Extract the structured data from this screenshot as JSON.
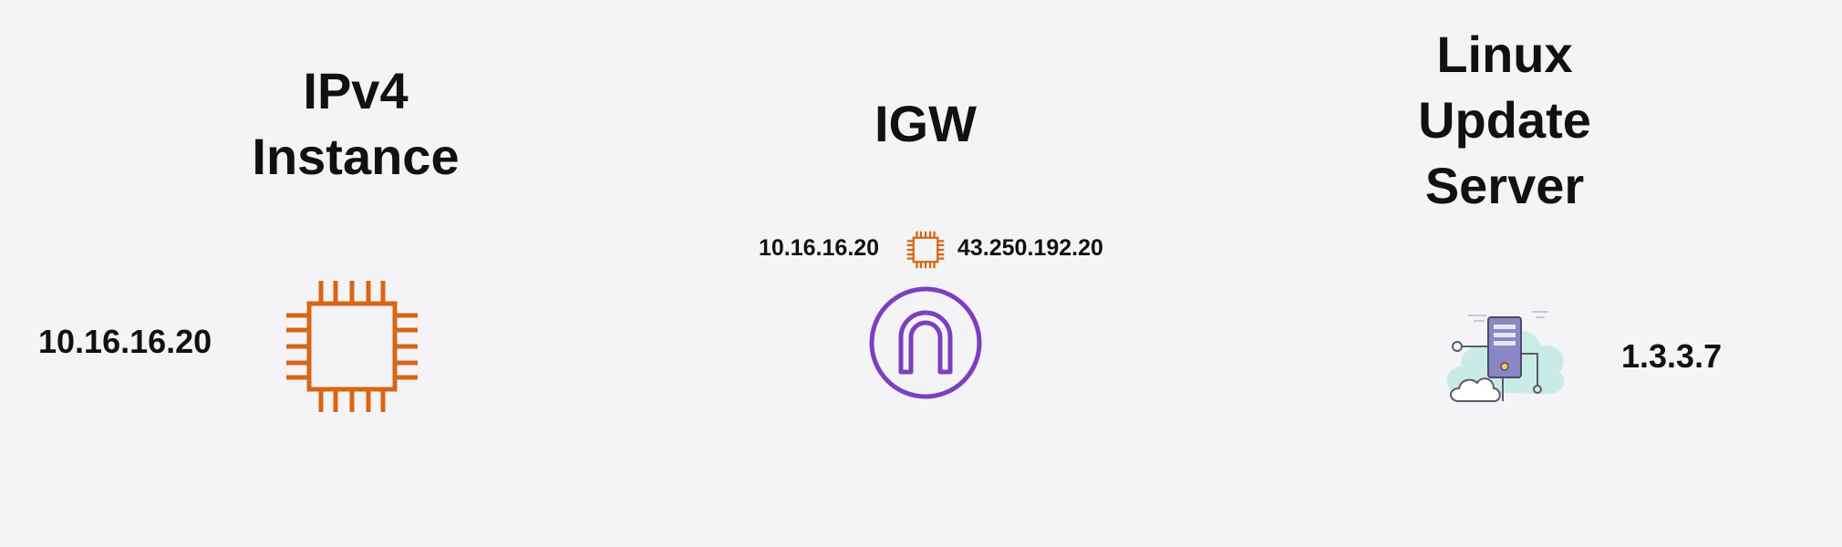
{
  "instance": {
    "title": "IPv4\nInstance",
    "ip": "10.16.16.20",
    "icon": "ec2-instance-chip-icon",
    "icon_color": "#d86613"
  },
  "igw": {
    "title": "IGW",
    "private_ip": "10.16.16.20",
    "public_ip": "43.250.192.20",
    "chip_icon": "ec2-instance-chip-icon",
    "gateway_icon": "internet-gateway-icon",
    "chip_color": "#d86613",
    "gateway_color": "#7d3fbf"
  },
  "server": {
    "title": "Linux\nUpdate\nServer",
    "ip": "1.3.3.7",
    "icon": "cloud-server-icon",
    "server_color": "#8b87c4",
    "cloud_color": "#c9ebe8"
  }
}
